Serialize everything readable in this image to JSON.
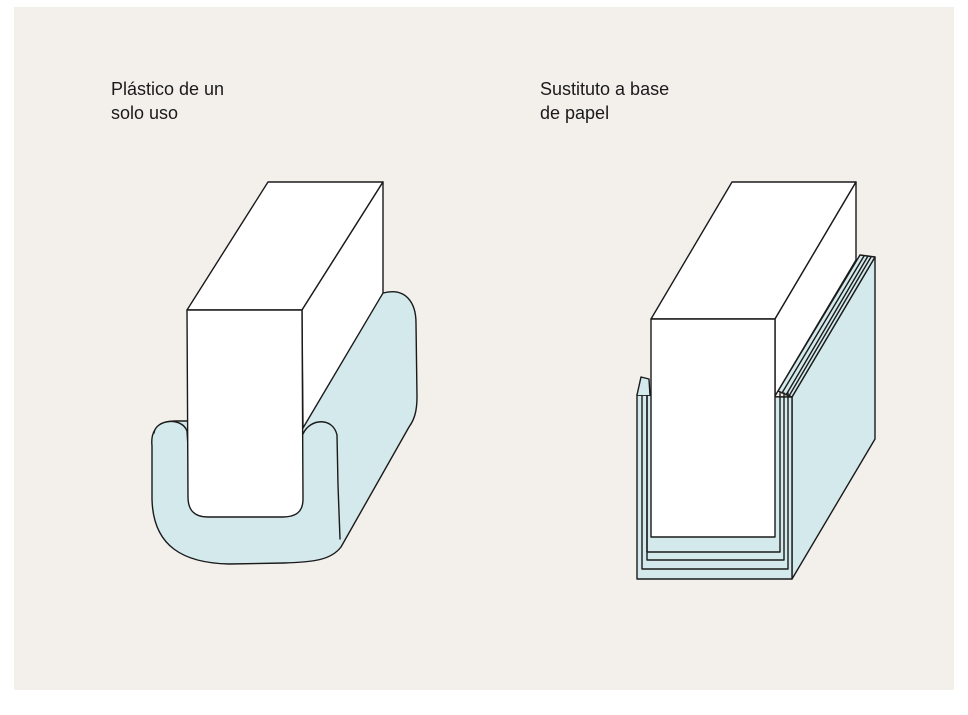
{
  "left_panel": {
    "caption_line1": "Plástico de un",
    "caption_line2": "solo uso"
  },
  "right_panel": {
    "caption_line1": "Sustituto a base",
    "caption_line2": "de papel"
  },
  "colors": {
    "background": "#f3f0ec",
    "packaging_fill": "#d3e9ec",
    "product_fill": "#ffffff",
    "outline": "#1a1a1a"
  }
}
